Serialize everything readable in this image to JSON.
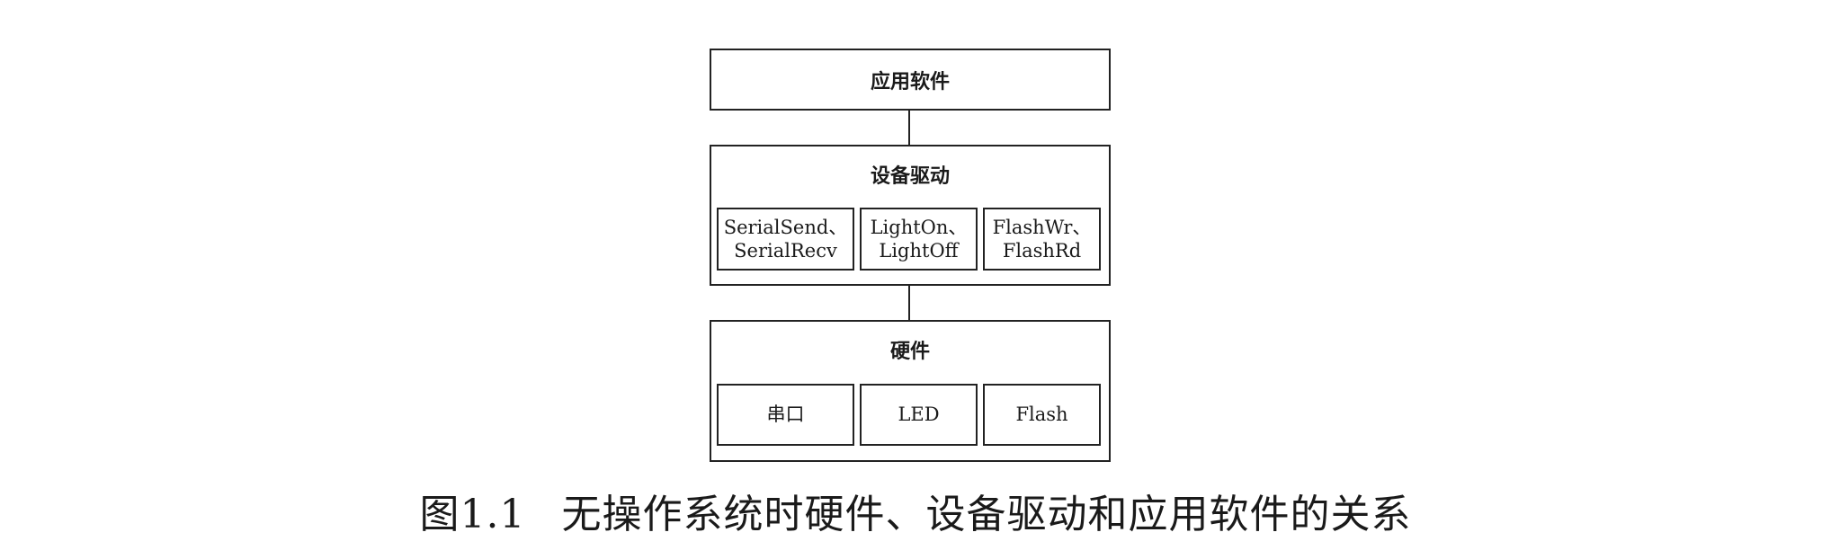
{
  "diagram": {
    "app_layer": {
      "label": "应用软件"
    },
    "driver_layer": {
      "label": "设备驱动",
      "items": [
        {
          "line1": "SerialSend、",
          "line2": "SerialRecv"
        },
        {
          "line1": "LightOn、",
          "line2": "LightOff"
        },
        {
          "line1": "FlashWr、",
          "line2": "FlashRd"
        }
      ]
    },
    "hardware_layer": {
      "label": "硬件",
      "items": [
        {
          "label": "串口"
        },
        {
          "label": "LED"
        },
        {
          "label": "Flash"
        }
      ]
    }
  },
  "caption": {
    "number": "图1.1",
    "text": "无操作系统时硬件、设备驱动和应用软件的关系"
  }
}
